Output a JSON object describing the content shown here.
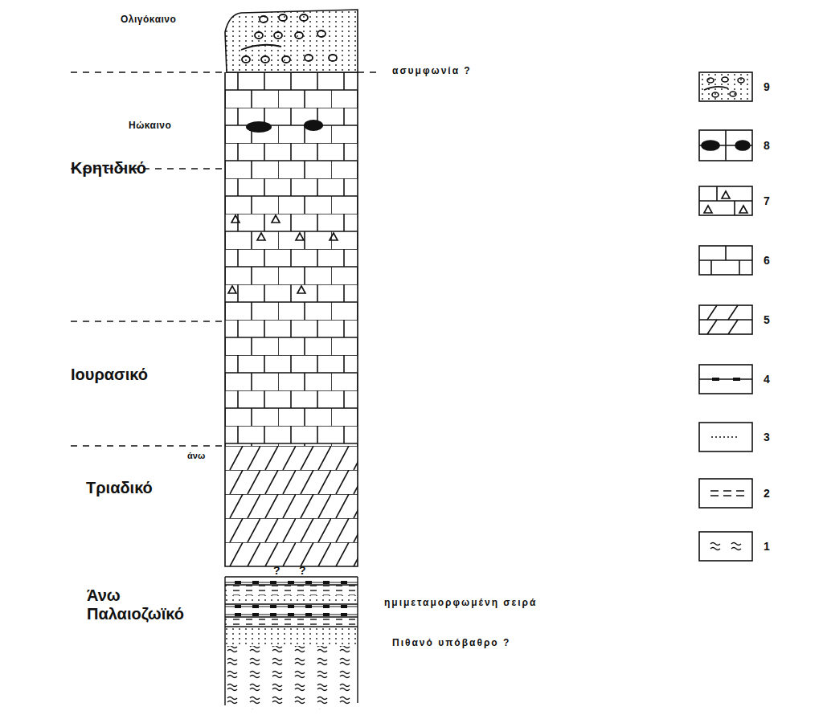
{
  "diagram": {
    "labels": [
      "Ολιγόκαινο",
      "ασυμφωνία ?",
      "Ηώκαινο",
      "Κρητιδικό",
      "Ιουρασικό",
      "άνω",
      "Τριαδικό",
      "?",
      "?",
      "Άνω Παλαιοζωϊκό",
      "ημιμεταμορφωμένη σειρά",
      "Πιθανό υπόβαθρο ?"
    ],
    "legend": [
      {
        "text": "9"
      },
      {
        "text": "8"
      },
      {
        "text": "7"
      },
      {
        "text": "6"
      },
      {
        "text": "5"
      },
      {
        "text": "4"
      },
      {
        "text": "3"
      },
      {
        "text": "2"
      },
      {
        "text": "1"
      }
    ]
  }
}
